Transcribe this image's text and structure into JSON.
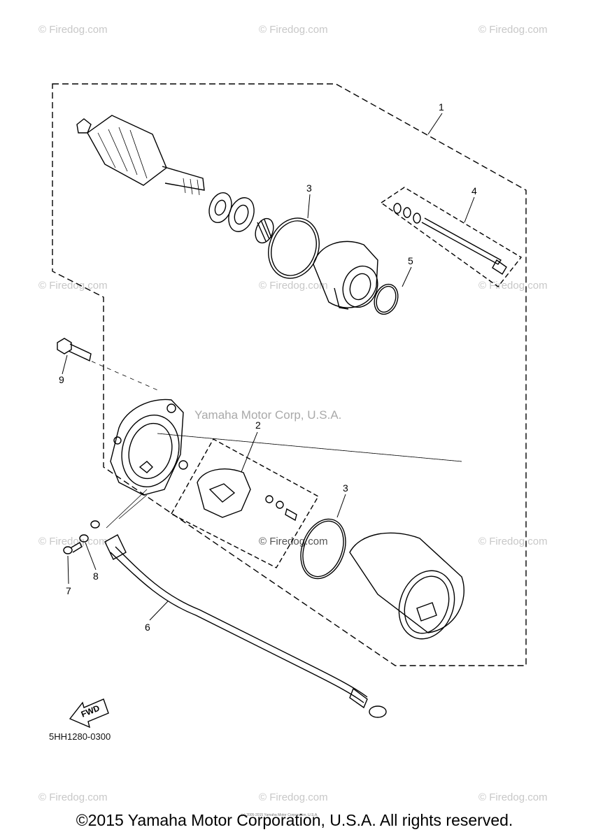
{
  "watermark_text": "© Firedog.com",
  "corp_watermark": "Yamaha Motor Corp, U.S.A.",
  "callouts": [
    "1",
    "2",
    "3",
    "3",
    "4",
    "5",
    "6",
    "7",
    "8",
    "9"
  ],
  "fwd_label": "FWD",
  "diagram_code": "5HH1280-0300",
  "footer": "©2015 Yamaha Motor Corporation, U.S.A. All rights reserved.",
  "tiny_text": "(c) 2005-2015 Yamaha Motor Corporation, U.S.A."
}
